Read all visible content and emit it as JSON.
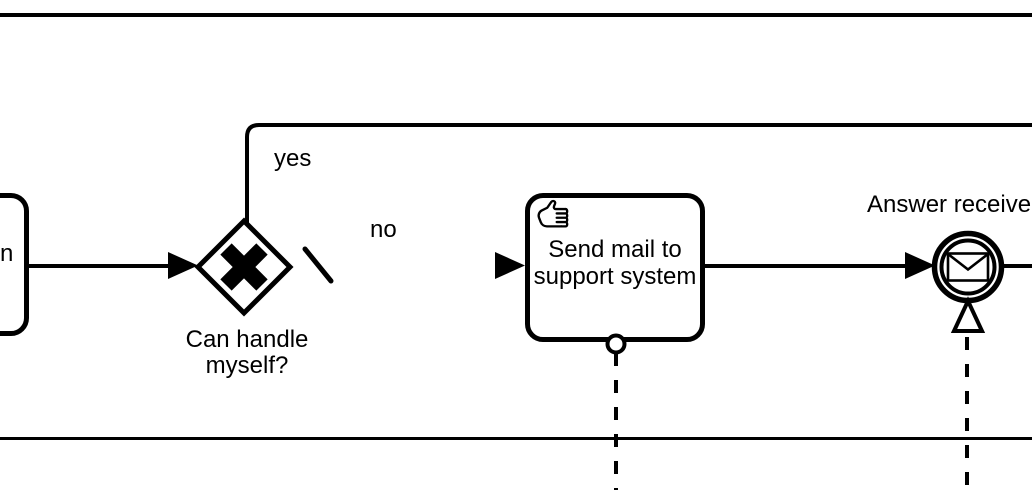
{
  "colors": {
    "stroke": "#000000",
    "background": "#ffffff"
  },
  "diagram": {
    "left_task": {
      "visible_label_fragment": "n"
    },
    "gateway": {
      "label": "Can handle myself?",
      "marker": "exclusive-x",
      "has_default_flow_marker": true
    },
    "flows": {
      "yes_label": "yes",
      "no_label": "no"
    },
    "manual_task": {
      "label": "Send mail to support system",
      "icon": "manual-task-hand"
    },
    "message_event": {
      "label": "Answer received",
      "icon": "message-envelope"
    }
  }
}
